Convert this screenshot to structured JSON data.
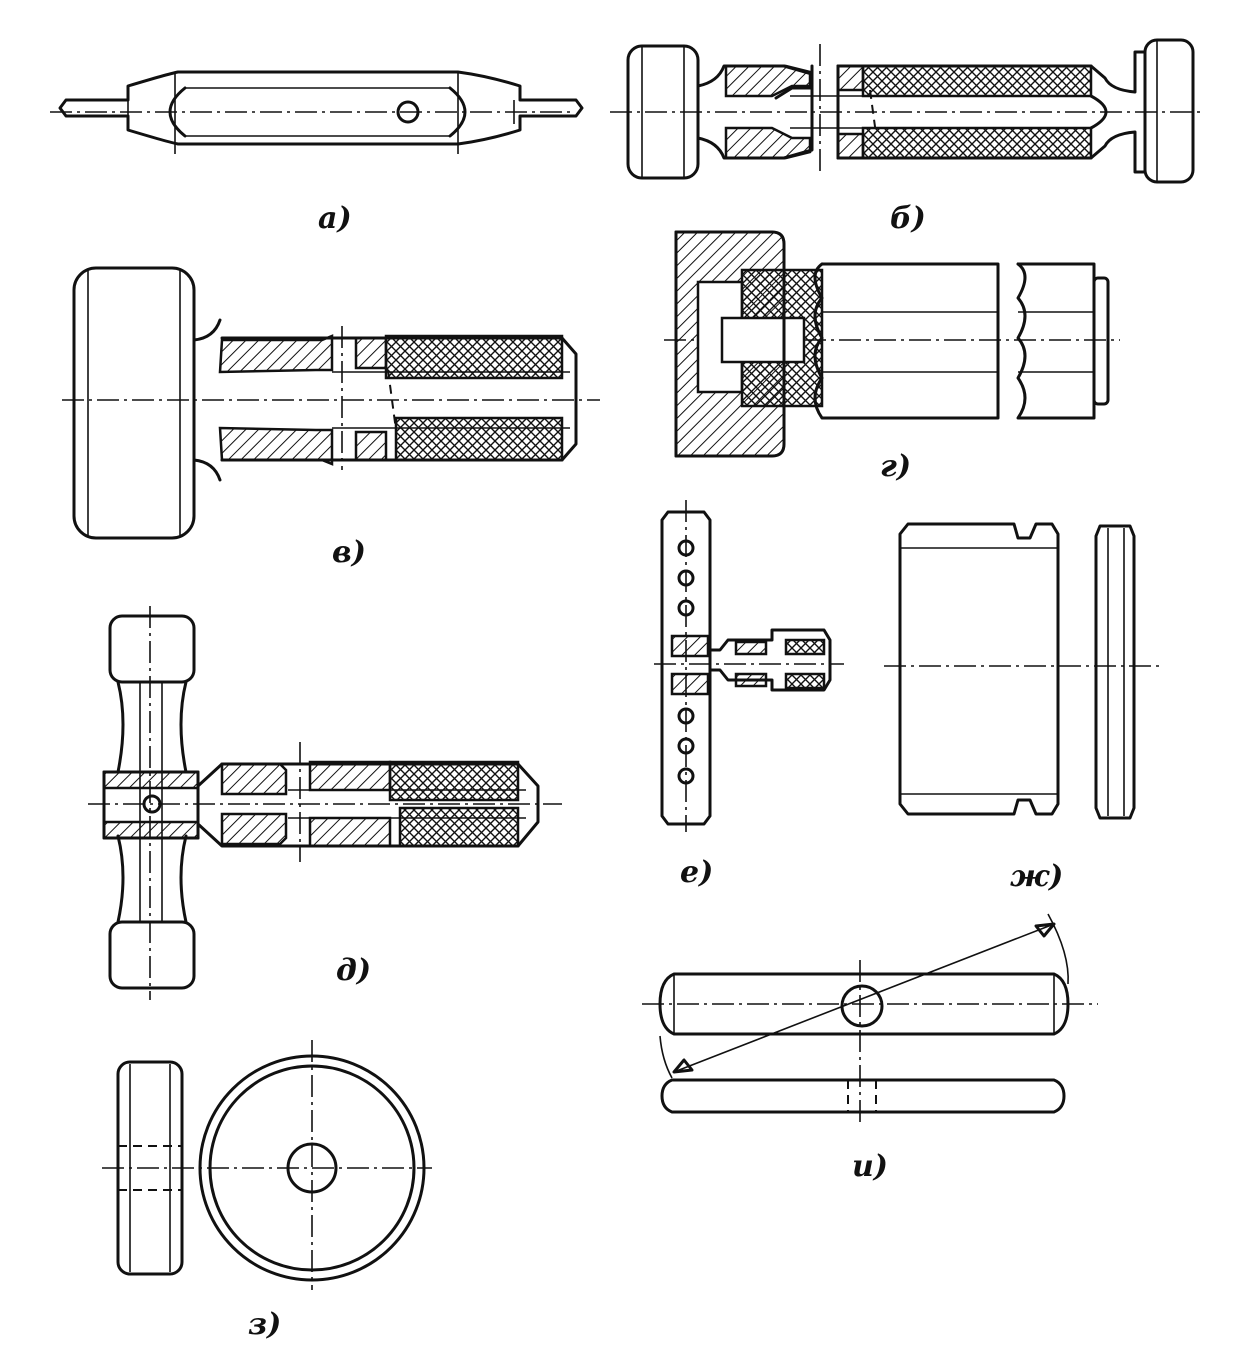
{
  "figure": {
    "captions": {
      "a": "а)",
      "b": "б)",
      "v": "в)",
      "g": "г)",
      "d": "д)",
      "e": "е)",
      "zh": "ж)",
      "z": "з)",
      "i": "и)"
    }
  }
}
